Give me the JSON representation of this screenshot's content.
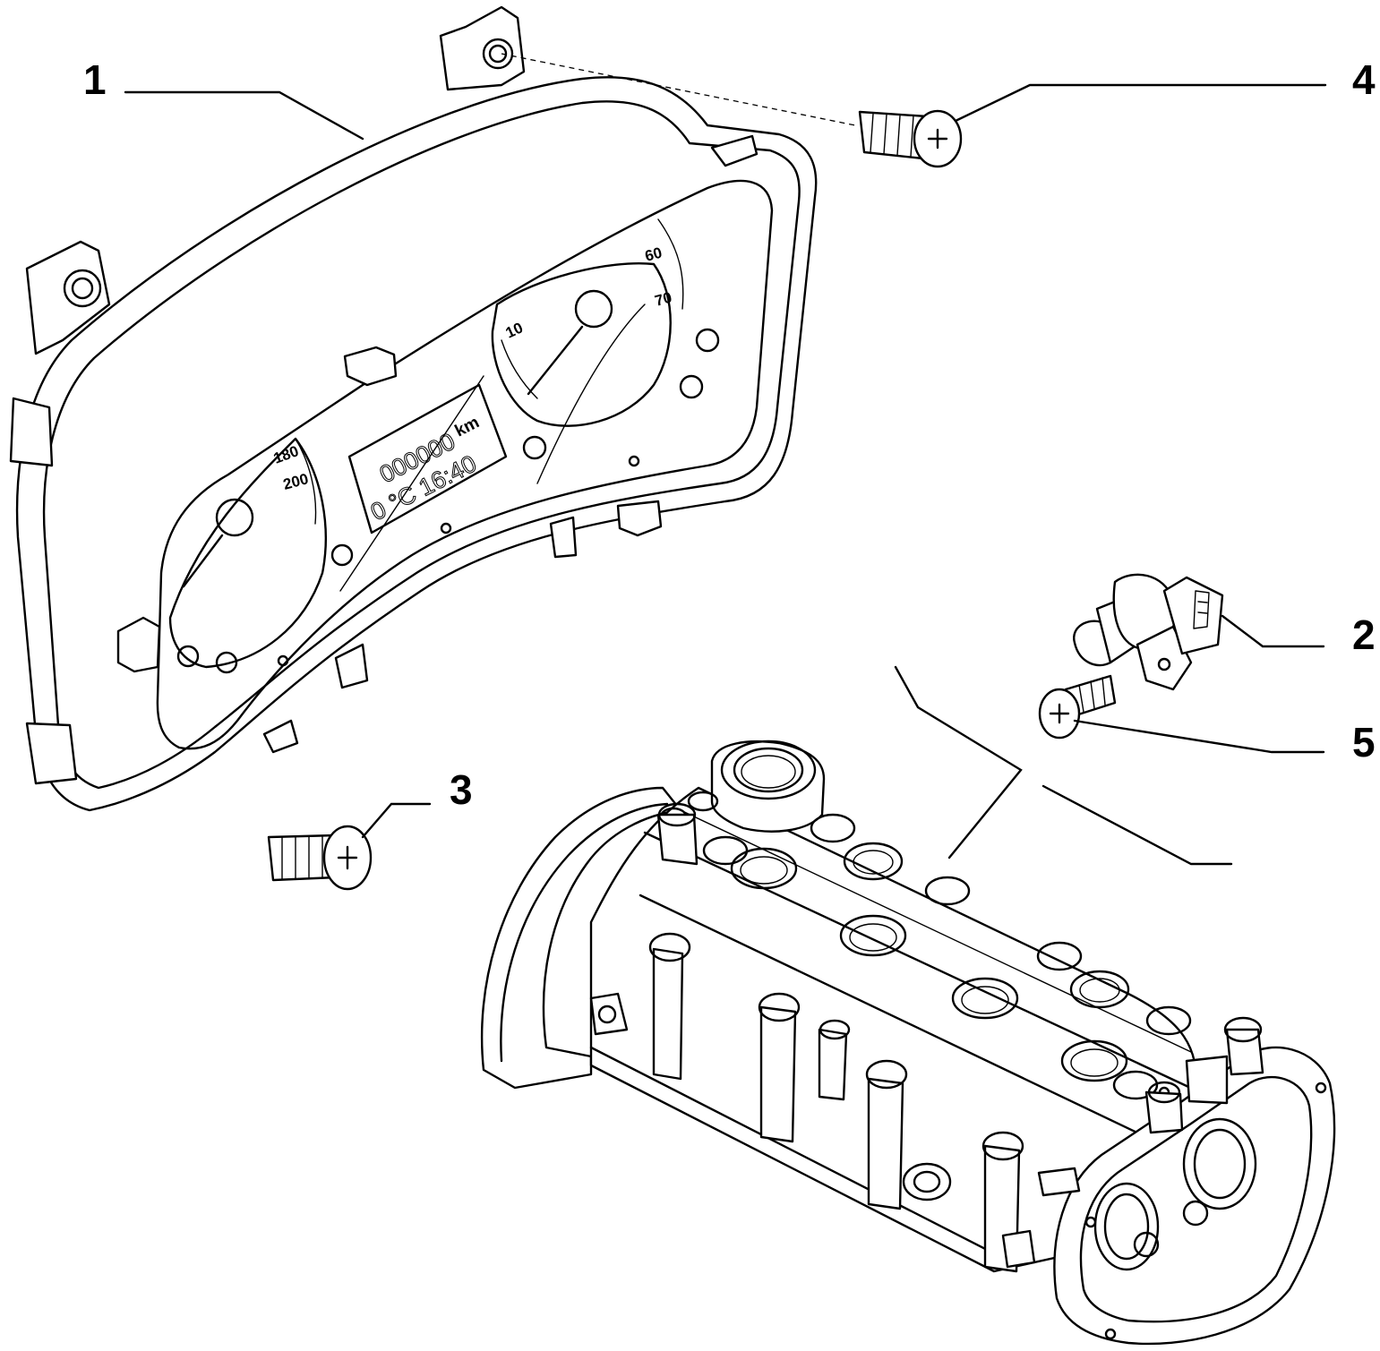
{
  "callouts": [
    {
      "id": "1",
      "label": "1"
    },
    {
      "id": "2",
      "label": "2"
    },
    {
      "id": "3",
      "label": "3"
    },
    {
      "id": "4",
      "label": "4"
    },
    {
      "id": "5",
      "label": "5"
    }
  ],
  "gauges": {
    "left_ticks": [
      "180",
      "200"
    ],
    "center_ticks": [
      "10"
    ],
    "right_ticks": [
      "60",
      "70"
    ]
  },
  "display": {
    "odometer": "000000",
    "unit": "km",
    "status": "0 °C 16:40"
  }
}
